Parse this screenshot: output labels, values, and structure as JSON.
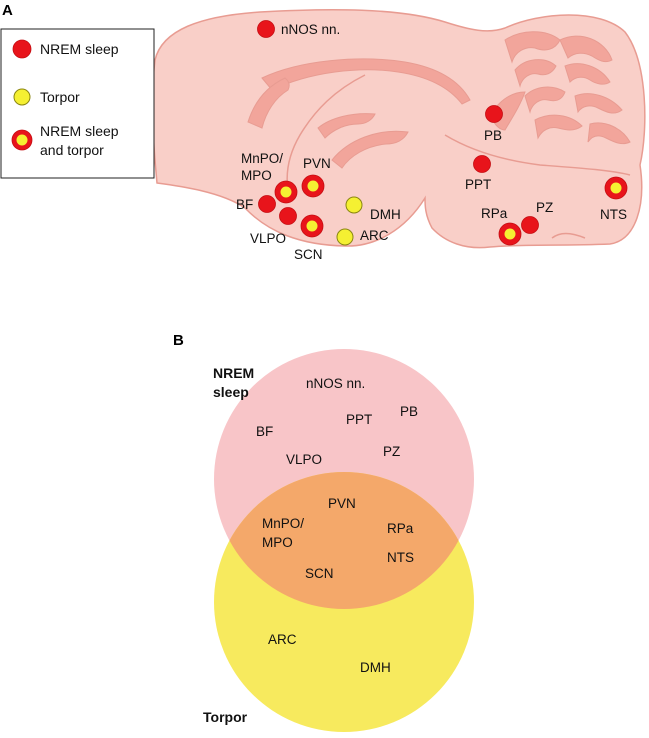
{
  "panel_a": {
    "letter": "A",
    "legend": {
      "nrem": "NREM sleep",
      "torpor": "Torpor",
      "both_line1": "NREM sleep",
      "both_line2": "and torpor"
    },
    "colors": {
      "nrem": "#e8141b",
      "torpor": "#f5f032",
      "brain_fill": "#f9cfc8",
      "brain_stroke": "#e89c92",
      "brain_fold": "#f2a59b"
    },
    "regions": [
      {
        "id": "nnos",
        "label": "nNOS nn.",
        "category": "nrem"
      },
      {
        "id": "mnpo",
        "label_line1": "MnPO/",
        "label_line2": "MPO",
        "category": "both"
      },
      {
        "id": "pvn",
        "label": "PVN",
        "category": "both"
      },
      {
        "id": "bf",
        "label": "BF",
        "category": "nrem"
      },
      {
        "id": "vlpo",
        "label": "VLPO",
        "category": "nrem"
      },
      {
        "id": "scn",
        "label": "SCN",
        "category": "both"
      },
      {
        "id": "dmh",
        "label": "DMH",
        "category": "torpor"
      },
      {
        "id": "arc",
        "label": "ARC",
        "category": "torpor"
      },
      {
        "id": "pb",
        "label": "PB",
        "category": "nrem"
      },
      {
        "id": "ppt",
        "label": "PPT",
        "category": "nrem"
      },
      {
        "id": "rpa",
        "label": "RPa",
        "category": "both"
      },
      {
        "id": "pz",
        "label": "PZ",
        "category": "nrem"
      },
      {
        "id": "nts",
        "label": "NTS",
        "category": "both"
      }
    ]
  },
  "panel_b": {
    "letter": "B",
    "nrem_title_line1": "NREM",
    "nrem_title_line2": "sleep",
    "torpor_title": "Torpor",
    "colors": {
      "nrem_circle": "#f8c5c8",
      "torpor_circle": "#f7ea5e",
      "overlap": "#f4a86a"
    },
    "nrem_only": [
      "nNOS nn.",
      "PB",
      "PPT",
      "BF",
      "PZ",
      "VLPO"
    ],
    "overlap": [
      "PVN",
      "MnPO/",
      "MPO",
      "RPa",
      "NTS",
      "SCN"
    ],
    "torpor_only": [
      "ARC",
      "DMH"
    ]
  }
}
